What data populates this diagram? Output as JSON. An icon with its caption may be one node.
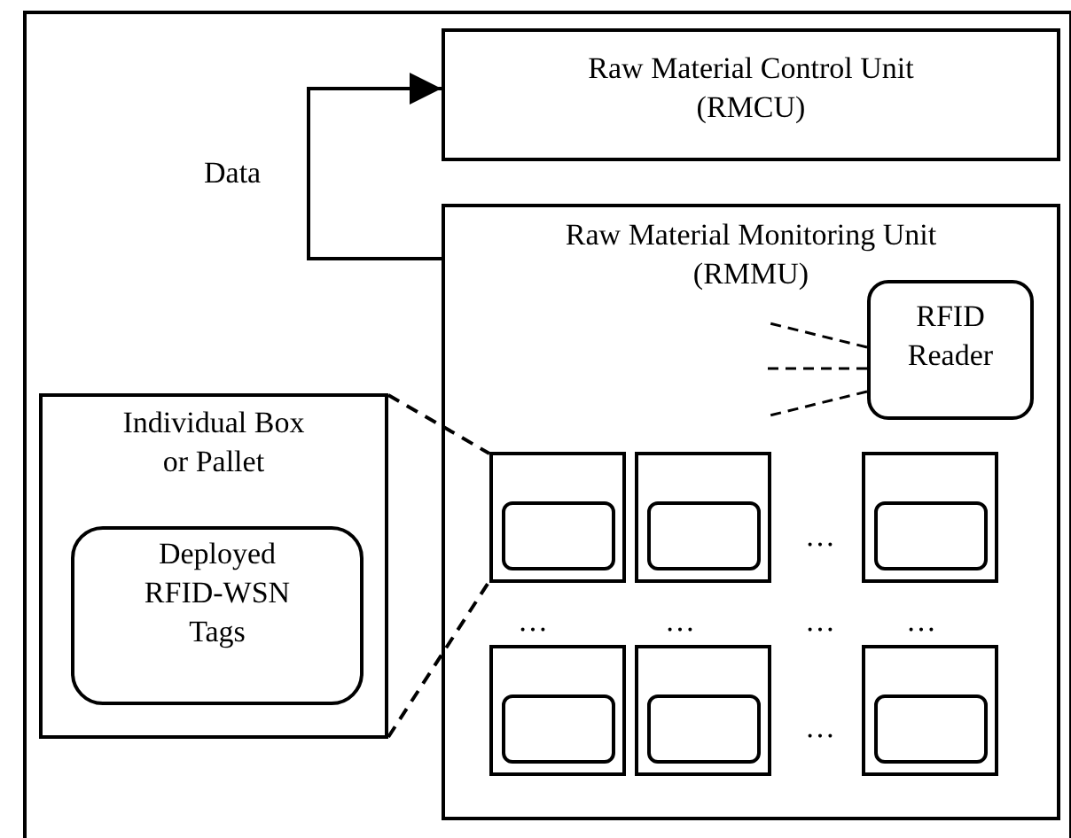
{
  "diagram": {
    "nodes": [
      {
        "text": [
          "Raw Material Control Unit (RMCU)"
        ]
      },
      {
        "text": [
          "Raw Material Monitoring Unit (RMMU)"
        ]
      },
      {
        "text": [
          "RFID Reader"
        ],
        "in": 1
      },
      {
        "text": [
          "Individual Box or Pallet"
        ]
      },
      {
        "text": [
          "Deployed RFID-WSN Tags"
        ],
        "in": 3
      },
      {
        "text": [],
        "shape": "box",
        "in": 1
      },
      {
        "text": [],
        "shape": "box",
        "in": 5
      },
      {
        "text": [],
        "shape": "box",
        "in": 1
      },
      {
        "text": [],
        "shape": "box",
        "in": 7
      },
      {
        "text": [],
        "shape": "box",
        "in": 1
      },
      {
        "text": [],
        "shape": "box",
        "in": 9
      },
      {
        "text": [],
        "shape": "box",
        "in": 1
      },
      {
        "text": [],
        "shape": "box",
        "in": 11
      },
      {
        "text": [],
        "shape": "box",
        "in": 1
      },
      {
        "text": [],
        "shape": "box",
        "in": 13
      },
      {
        "text": [],
        "shape": "box",
        "in": 1
      },
      {
        "text": [],
        "shape": "box",
        "in": 15
      }
    ],
    "edges": [
      {
        "from": 1,
        "to": 0,
        "arrow": "to",
        "label": "Data"
      },
      {
        "from": 3,
        "to": 5,
        "arrow": "none",
        "style": "dashed"
      },
      {
        "from": 3,
        "to": 5,
        "arrow": "none",
        "style": "dashed"
      }
    ],
    "labels": [
      "…",
      "…",
      "…",
      "…",
      "…",
      "…"
    ]
  }
}
